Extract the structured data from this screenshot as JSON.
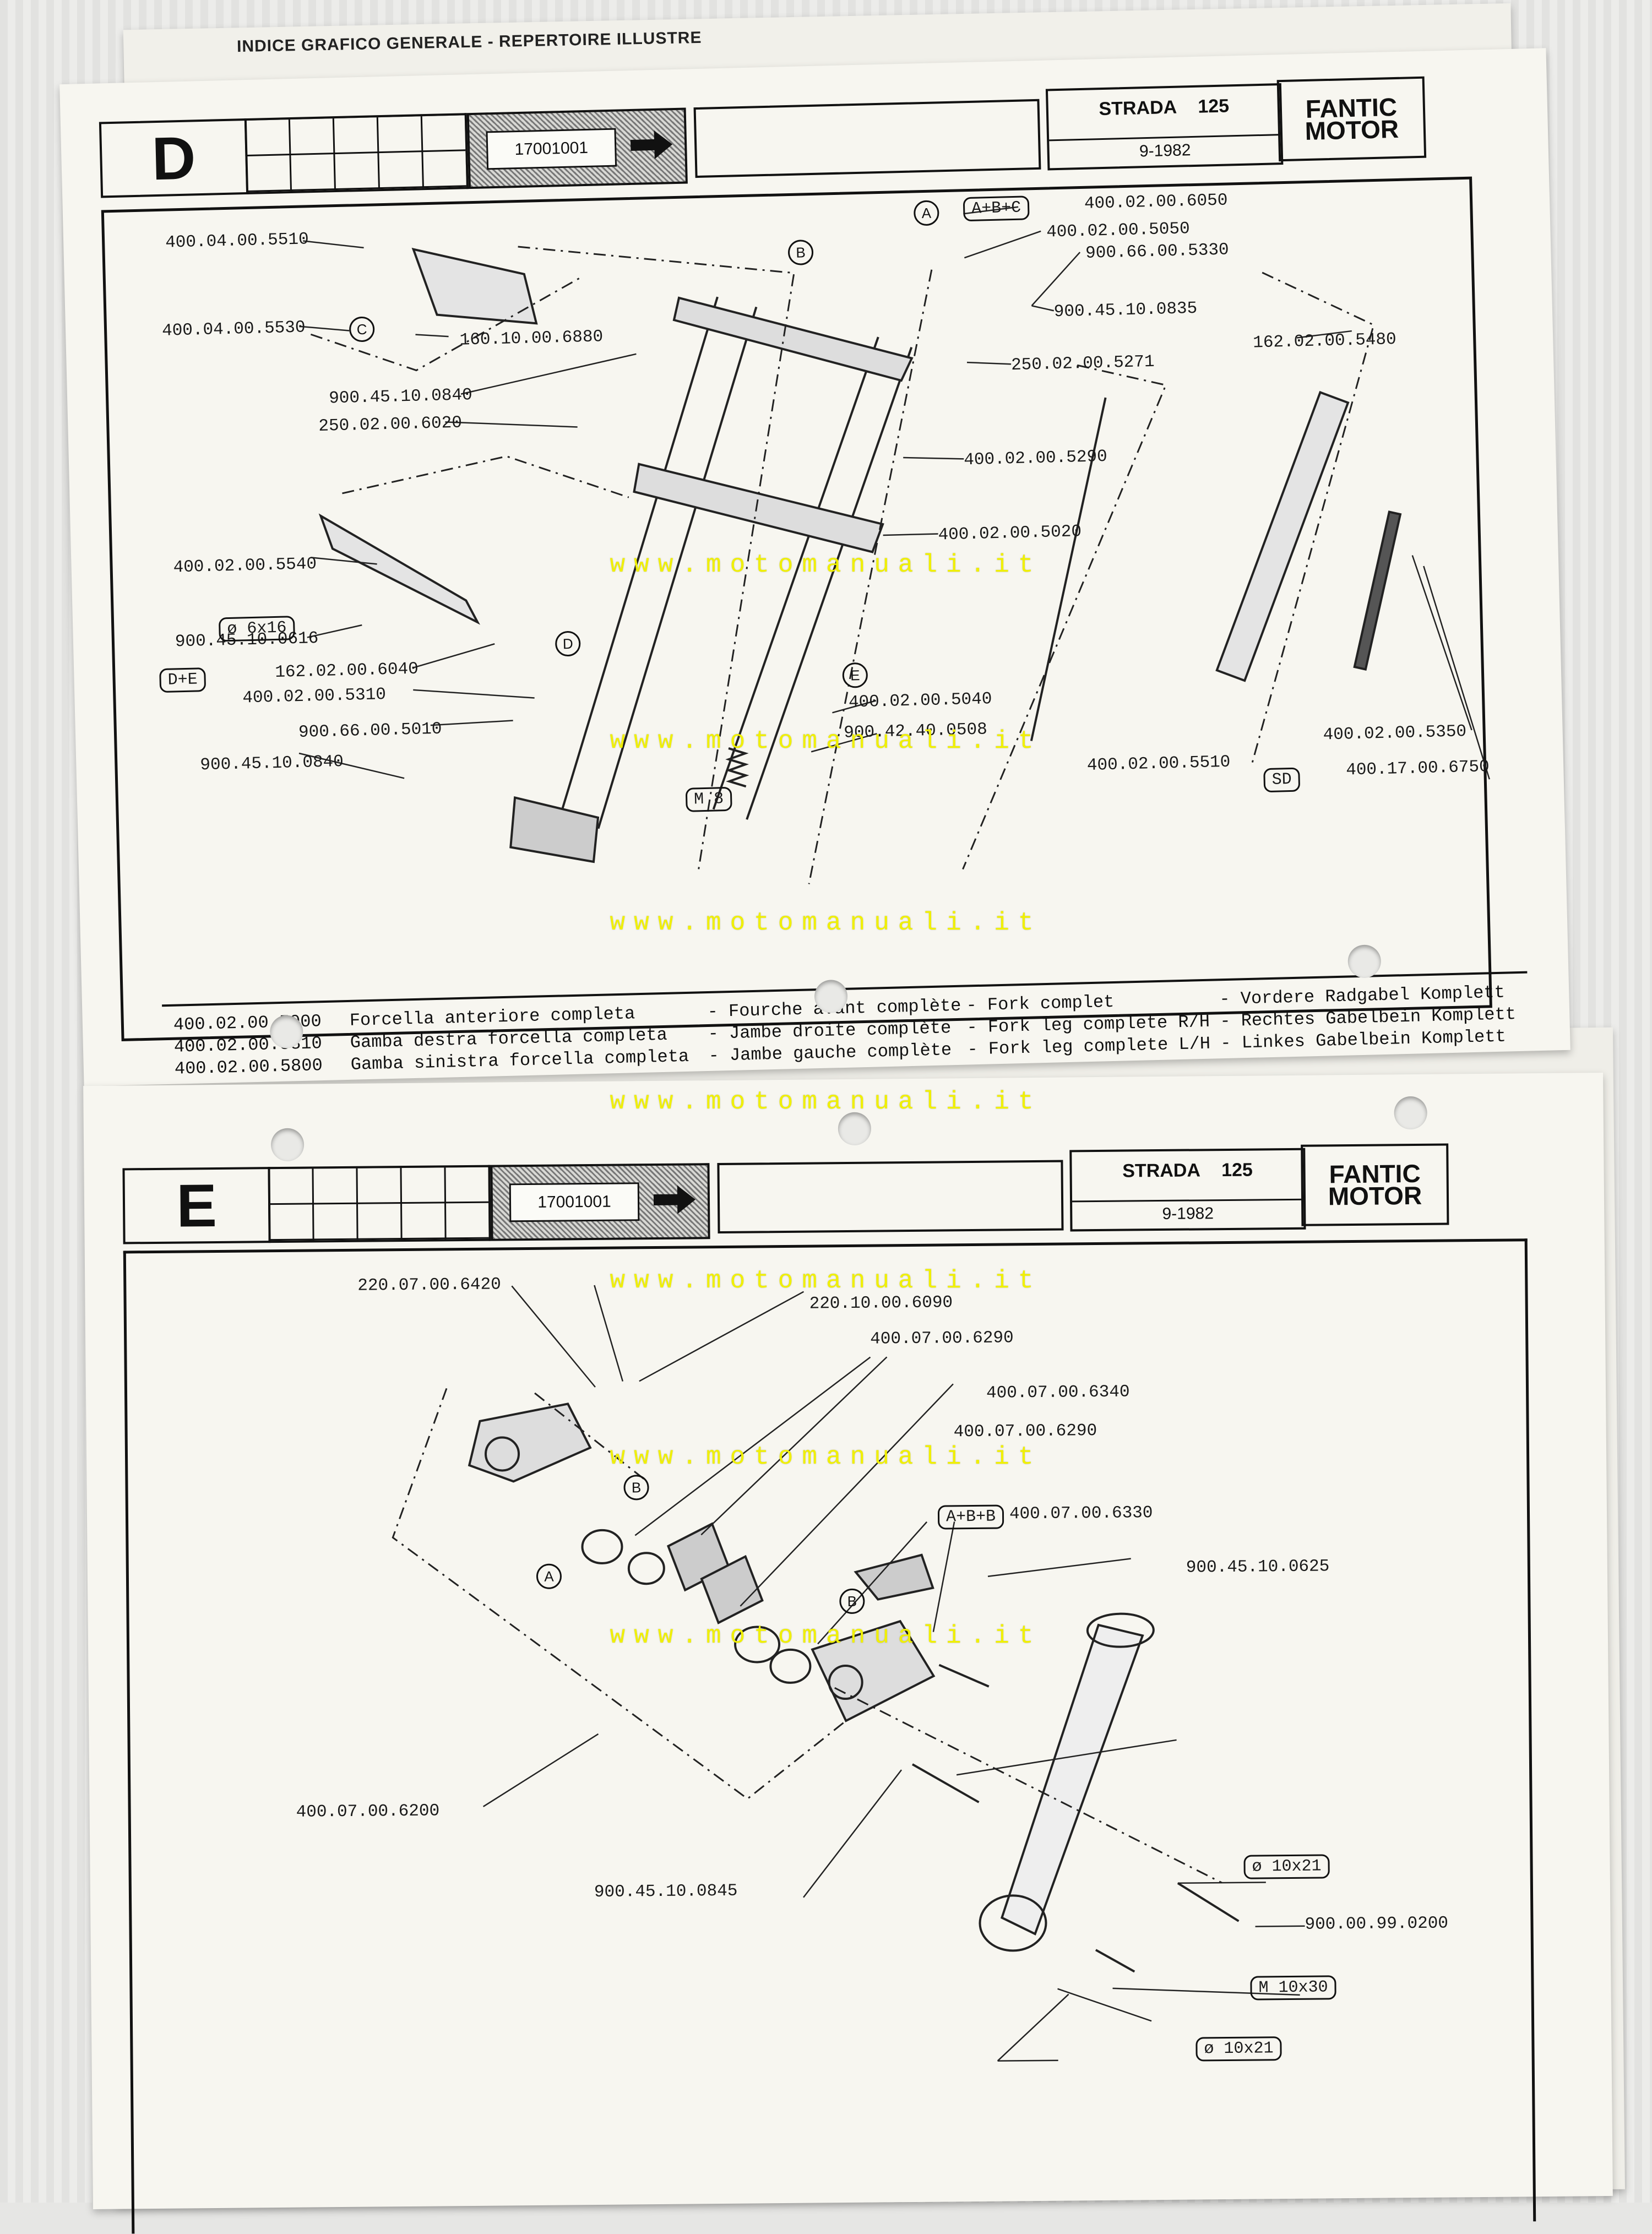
{
  "back_sheet": {
    "title": "INDICE GRAFICO GENERALE - REPERTOIRE ILLUSTRE"
  },
  "sheet_d": {
    "letter": "D",
    "code": "17001001",
    "model": "STRADA 125",
    "date": "9-1982",
    "brand": "FANTIC MOTOR",
    "parts": [
      "400.04.00.5510",
      "400.04.00.5530",
      "160.10.00.6880",
      "900.45.10.0840",
      "250.02.00.6020",
      "400.02.00.5540",
      "900.45.10.0616",
      "162.02.00.6040",
      "400.02.00.5310",
      "900.66.00.5010",
      "900.45.10.0840",
      "400.02.00.6050",
      "400.02.00.5050",
      "900.66.00.5330",
      "900.45.10.0835",
      "250.02.00.5271",
      "400.02.00.5290",
      "400.02.00.5020",
      "400.02.00.5040",
      "900.42.40.0508",
      "400.02.00.5510",
      "162.02.00.5480",
      "400.02.00.5350",
      "400.17.00.6750"
    ],
    "tags": [
      "A+B+C",
      "ø 6x16",
      "D+E",
      "M 8",
      "SD"
    ],
    "circles": [
      "A",
      "B",
      "C",
      "D",
      "E"
    ],
    "legend": {
      "codes": [
        "400.02.00.5000",
        "400.02.00.5810",
        "400.02.00.5800"
      ],
      "italian": [
        "Forcella anteriore completa",
        "Gamba destra forcella completa",
        "Gamba sinistra forcella completa"
      ],
      "french": [
        "- Fourche avant complète",
        "- Jambe droite complète",
        "- Jambe gauche complète"
      ],
      "english": [
        "- Fork complet",
        "- Fork leg complete R/H",
        "- Fork leg complete L/H"
      ],
      "german": [
        "- Vordere Radgabel Komplett",
        "- Rechtes Gabelbein Komplett",
        "- Linkes Gabelbein Komplett"
      ]
    }
  },
  "sheet_e": {
    "letter": "E",
    "code": "17001001",
    "model": "STRADA 125",
    "date": "9-1982",
    "brand": "FANTIC MOTOR",
    "parts": [
      "220.07.00.6420",
      "220.10.00.6090",
      "400.07.00.6290",
      "400.07.00.6340",
      "400.07.00.6290",
      "400.07.00.6330",
      "900.45.10.0625",
      "400.07.00.6200",
      "900.45.10.0845",
      "900.00.99.0200"
    ],
    "tags": [
      "A+B+B",
      "ø 10x21",
      "M 10x30",
      "ø 10x21"
    ],
    "circles": [
      "A",
      "B",
      "B"
    ]
  },
  "watermark": "www.motomanuali.it"
}
